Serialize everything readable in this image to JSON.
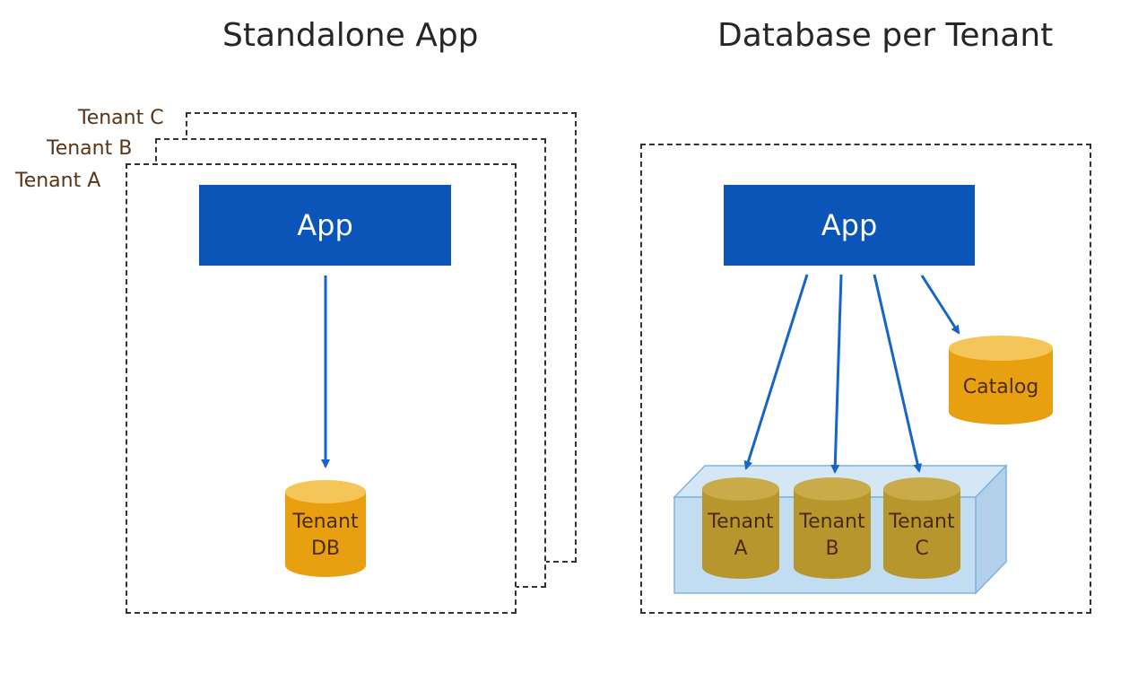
{
  "left_panel": {
    "title": "Standalone App",
    "tenant_labels": [
      "Tenant C",
      "Tenant B",
      "Tenant A"
    ],
    "app_label": "App",
    "db_label_line1": "Tenant",
    "db_label_line2": "DB"
  },
  "right_panel": {
    "title": "Database per Tenant",
    "app_label": "App",
    "catalog_label": "Catalog",
    "tenant_dbs": [
      {
        "line1": "Tenant",
        "line2": "A"
      },
      {
        "line1": "Tenant",
        "line2": "B"
      },
      {
        "line1": "Tenant",
        "line2": "C"
      }
    ]
  },
  "colors": {
    "app_fill": "#0b55b8",
    "arrow": "#1565c8",
    "db_orange": "#e8a010",
    "db_orange_top": "#f4c65a",
    "db_olive": "#b8962e",
    "db_olive_top": "#c9ab4a",
    "pool_fill": "#c2dcf2",
    "pool_edge": "#7fb3df",
    "tenant_text": "#5a3417"
  }
}
